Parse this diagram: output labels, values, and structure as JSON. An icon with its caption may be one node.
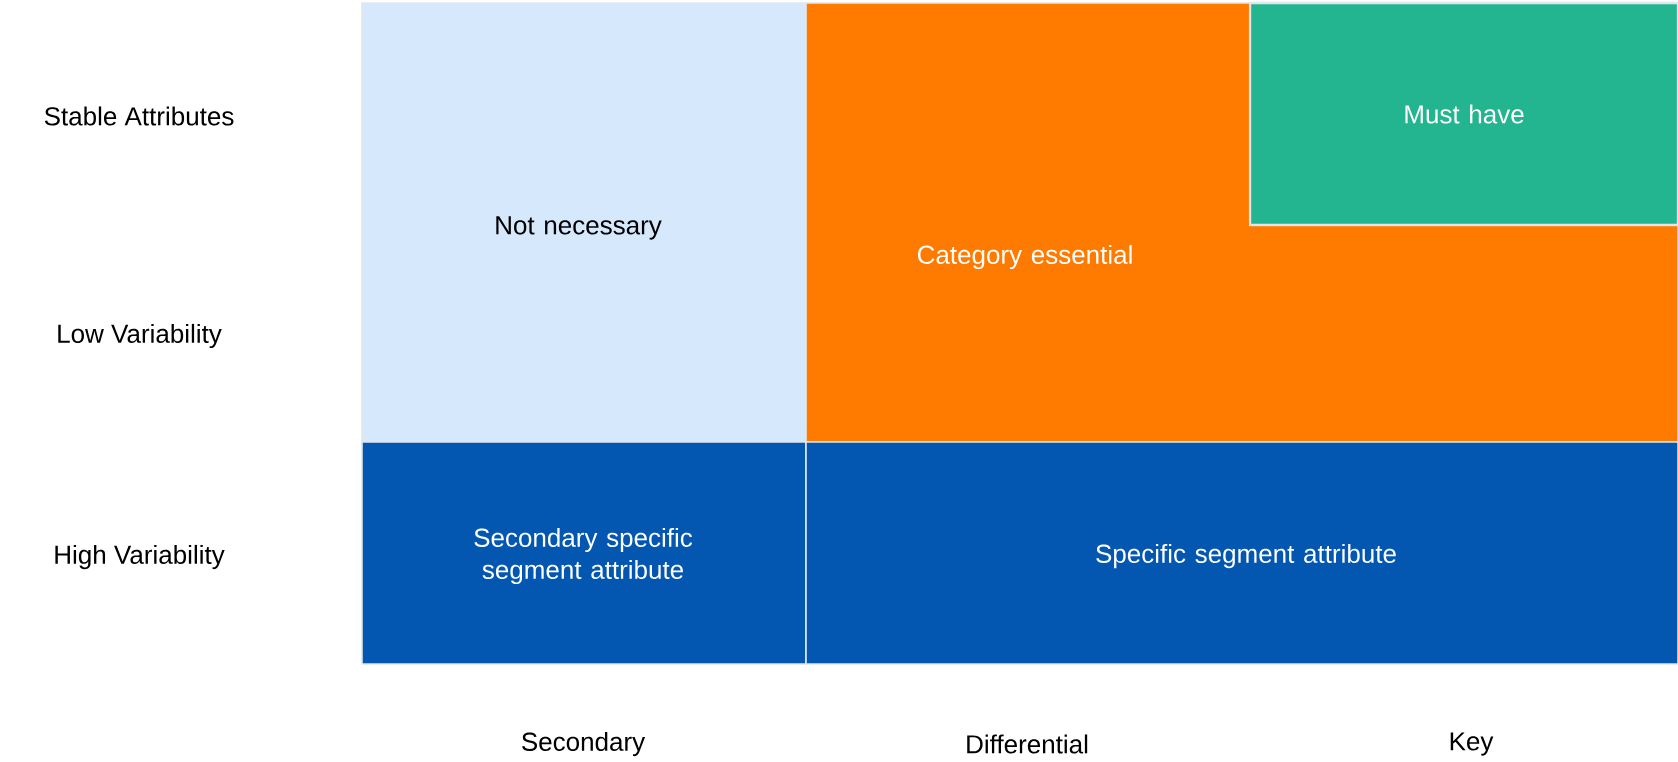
{
  "diagram": {
    "nodes": [
      {
        "text": [
          "Not necessary"
        ]
      },
      {
        "text": [
          "Category essential"
        ]
      },
      {
        "text": [
          "Must have"
        ],
        "in": 1
      },
      {
        "text": [
          "Secondary specific segment attribute"
        ]
      },
      {
        "text": [
          "Specific segment attribute"
        ]
      }
    ],
    "labels": [
      "Stable Attributes",
      "Low Variability",
      "High Variability",
      "Secondary",
      "Differential",
      "Key"
    ]
  }
}
